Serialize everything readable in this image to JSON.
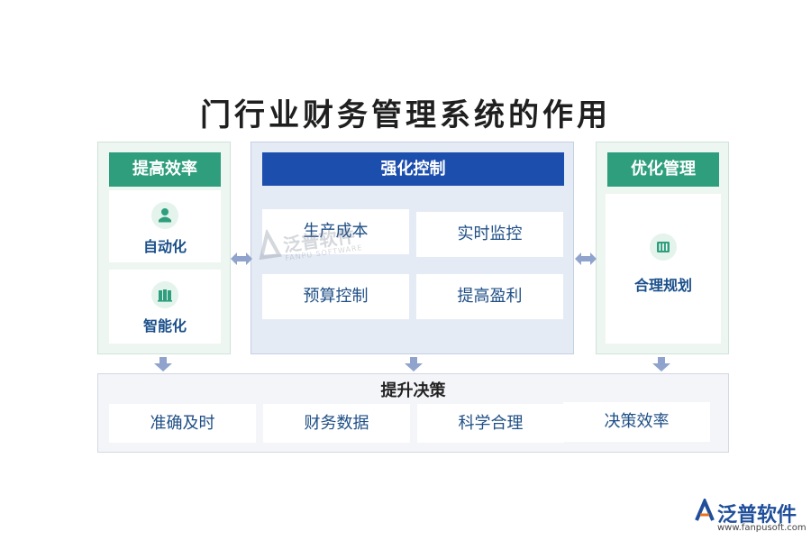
{
  "title": "门行业财务管理系统的作用",
  "left_panel": {
    "header": "提高效率",
    "items": [
      {
        "label": "自动化",
        "icon": "user-stamp-icon"
      },
      {
        "label": "智能化",
        "icon": "book-stack-icon"
      }
    ]
  },
  "center_panel": {
    "header": "强化控制",
    "items": [
      {
        "label": "生产成本"
      },
      {
        "label": "实时监控"
      },
      {
        "label": "预算控制"
      },
      {
        "label": "提高盈利"
      }
    ]
  },
  "right_panel": {
    "header": "优化管理",
    "items": [
      {
        "label": "合理规划",
        "icon": "abacus-icon"
      }
    ]
  },
  "bottom_panel": {
    "header": "提升决策",
    "items": [
      {
        "label": "准确及时"
      },
      {
        "label": "财务数据"
      },
      {
        "label": "科学合理"
      },
      {
        "label": "决策效率"
      }
    ]
  },
  "watermark": {
    "text": "泛普软件",
    "sub": "FANPU SOFTWARE"
  },
  "logo": {
    "name": "泛普软件",
    "url": "www.fanpusoft.com"
  },
  "colors": {
    "green": "#2e9e7c",
    "blue": "#1c4eae",
    "arrow": "#8fa3cc",
    "text_blue": "#1f4f86"
  }
}
